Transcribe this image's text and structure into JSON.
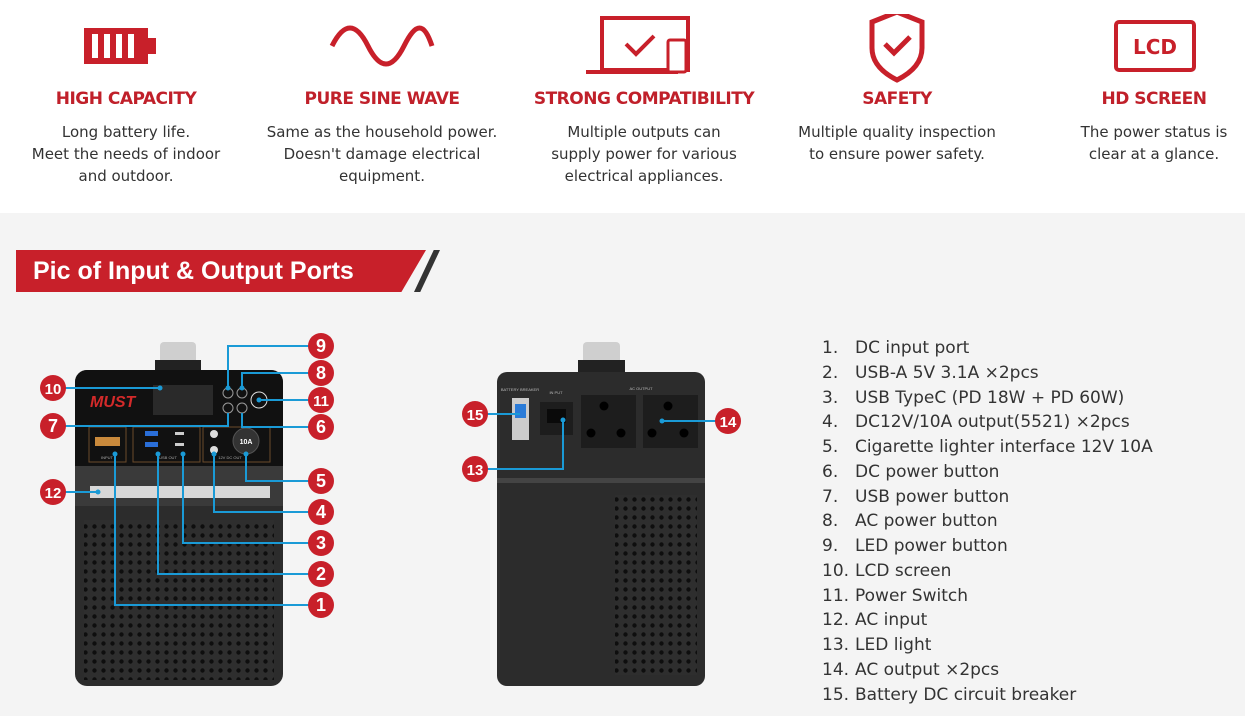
{
  "features": [
    {
      "icon": "battery-icon",
      "title": "HIGH CAPACITY",
      "lines": [
        "Long battery life.",
        "Meet the needs of indoor",
        "and outdoor."
      ]
    },
    {
      "icon": "sine-wave-icon",
      "title": "PURE SINE WAVE",
      "lines": [
        "Same as the household power.",
        "Doesn't damage electrical",
        "equipment."
      ]
    },
    {
      "icon": "laptop-phone-icon",
      "title": "STRONG COMPATIBILITY",
      "lines": [
        "Multiple outputs can",
        "supply power for various",
        "electrical appliances."
      ]
    },
    {
      "icon": "shield-check-icon",
      "title": "SAFETY",
      "lines": [
        "Multiple quality inspection",
        "to ensure power safety."
      ]
    },
    {
      "icon": "lcd-icon",
      "title": "HD SCREEN",
      "lines": [
        "The power status is",
        "clear at a glance."
      ],
      "icon_text": "LCD"
    }
  ],
  "section_title": "Pic of Input & Output Ports",
  "device_labels": {
    "brand": "MUST",
    "charger_button": "10A",
    "input": "INPUT",
    "usb_out": "USB OUT",
    "dc_out": "12V DC OUT",
    "battery_breaker": "BATTERY BREAKER",
    "in_put": "IN PUT",
    "ac_output": "AC OUTPUT"
  },
  "callouts": [
    "1",
    "2",
    "3",
    "4",
    "5",
    "6",
    "7",
    "8",
    "9",
    "10",
    "11",
    "12",
    "13",
    "14",
    "15"
  ],
  "ports": [
    {
      "num": "1.",
      "label": "DC input port"
    },
    {
      "num": "2.",
      "label": "USB-A 5V 3.1A ×2pcs"
    },
    {
      "num": "3.",
      "label": "USB TypeC (PD 18W + PD 60W)"
    },
    {
      "num": "4.",
      "label": "DC12V/10A output(5521) ×2pcs"
    },
    {
      "num": "5.",
      "label": "Cigarette lighter interface 12V 10A"
    },
    {
      "num": "6.",
      "label": "DC power button"
    },
    {
      "num": "7.",
      "label": "USB power button"
    },
    {
      "num": "8.",
      "label": "AC power button"
    },
    {
      "num": "9.",
      "label": "LED power button"
    },
    {
      "num": "10.",
      "label": "LCD screen"
    },
    {
      "num": "11.",
      "label": "Power Switch"
    },
    {
      "num": "12.",
      "label": "AC input"
    },
    {
      "num": "13.",
      "label": "LED light"
    },
    {
      "num": "14.",
      "label": "AC output ×2pcs"
    },
    {
      "num": "15.",
      "label": "Battery DC circuit breaker"
    }
  ],
  "colors": {
    "accent": "#c8202a",
    "line": "#1a9ad6",
    "dark": "#2b2b2b"
  }
}
